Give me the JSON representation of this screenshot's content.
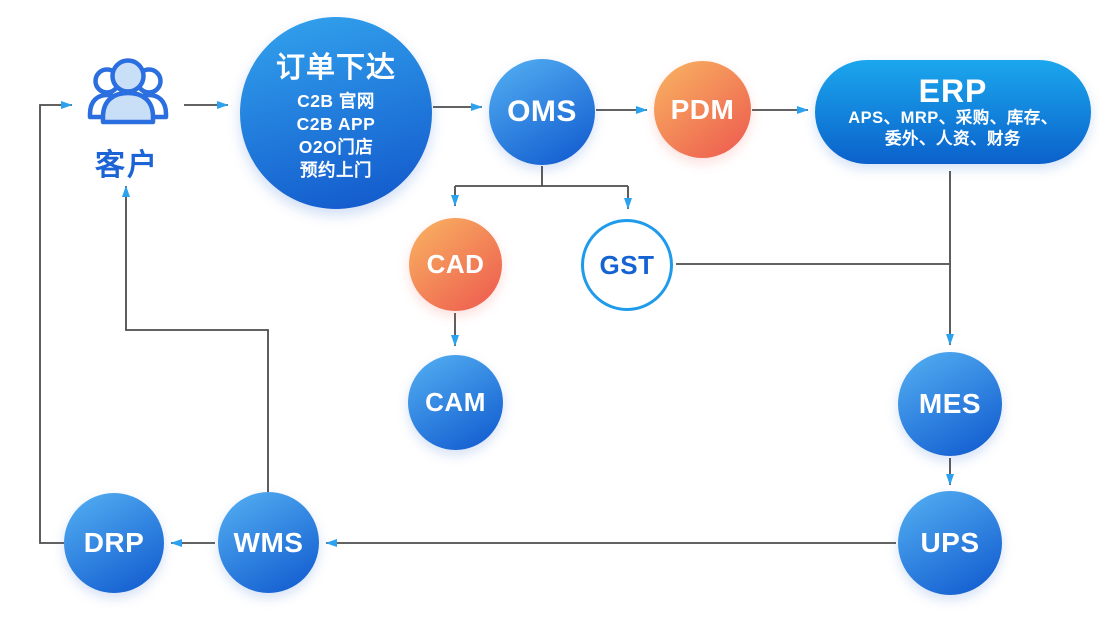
{
  "colors": {
    "blue_grad_start": "#55B1F2",
    "blue_grad_end": "#1560D2",
    "order_grad_start": "#33A4ED",
    "order_grad_end": "#1156CB",
    "orange_grad_start": "#F9B562",
    "orange_grad_end": "#EE6150",
    "erp_grad_start": "#1BA7ED",
    "erp_grad_end": "#0B61CB",
    "gst_border": "#1E9BEB",
    "gst_text": "#1563D2",
    "label_blue": "#1C63D6",
    "line_color": "#4C4C4C",
    "arrow_color": "#2BA2F0",
    "customer_icon_stroke": "#2B6EDF",
    "customer_icon_fill": "#C9DFF7"
  },
  "icons": {
    "customer": "people-group-icon"
  },
  "nodes": {
    "customer": {
      "label": "客户"
    },
    "order": {
      "title": "订单下达",
      "channels": [
        "C2B 官网",
        "C2B APP",
        "O2O门店",
        "预约上门"
      ]
    },
    "oms": {
      "label": "OMS"
    },
    "pdm": {
      "label": "PDM"
    },
    "erp": {
      "title": "ERP",
      "modules": [
        "APS、MRP、采购、库存、",
        "委外、人资、财务"
      ]
    },
    "cad": {
      "label": "CAD"
    },
    "gst": {
      "label": "GST"
    },
    "cam": {
      "label": "CAM"
    },
    "mes": {
      "label": "MES"
    },
    "ups": {
      "label": "UPS"
    },
    "wms": {
      "label": "WMS"
    },
    "drp": {
      "label": "DRP"
    }
  },
  "edges": [
    {
      "from": "customer",
      "to": "order"
    },
    {
      "from": "order",
      "to": "oms"
    },
    {
      "from": "oms",
      "to": "pdm"
    },
    {
      "from": "pdm",
      "to": "erp"
    },
    {
      "from": "oms",
      "to": "cad"
    },
    {
      "from": "oms",
      "to": "gst"
    },
    {
      "from": "cad",
      "to": "cam"
    },
    {
      "from": "gst",
      "to": "mes"
    },
    {
      "from": "erp",
      "to": "mes"
    },
    {
      "from": "mes",
      "to": "ups"
    },
    {
      "from": "ups",
      "to": "wms"
    },
    {
      "from": "wms",
      "to": "drp"
    },
    {
      "from": "wms",
      "to": "customer"
    },
    {
      "from": "drp",
      "to": "customer"
    }
  ]
}
